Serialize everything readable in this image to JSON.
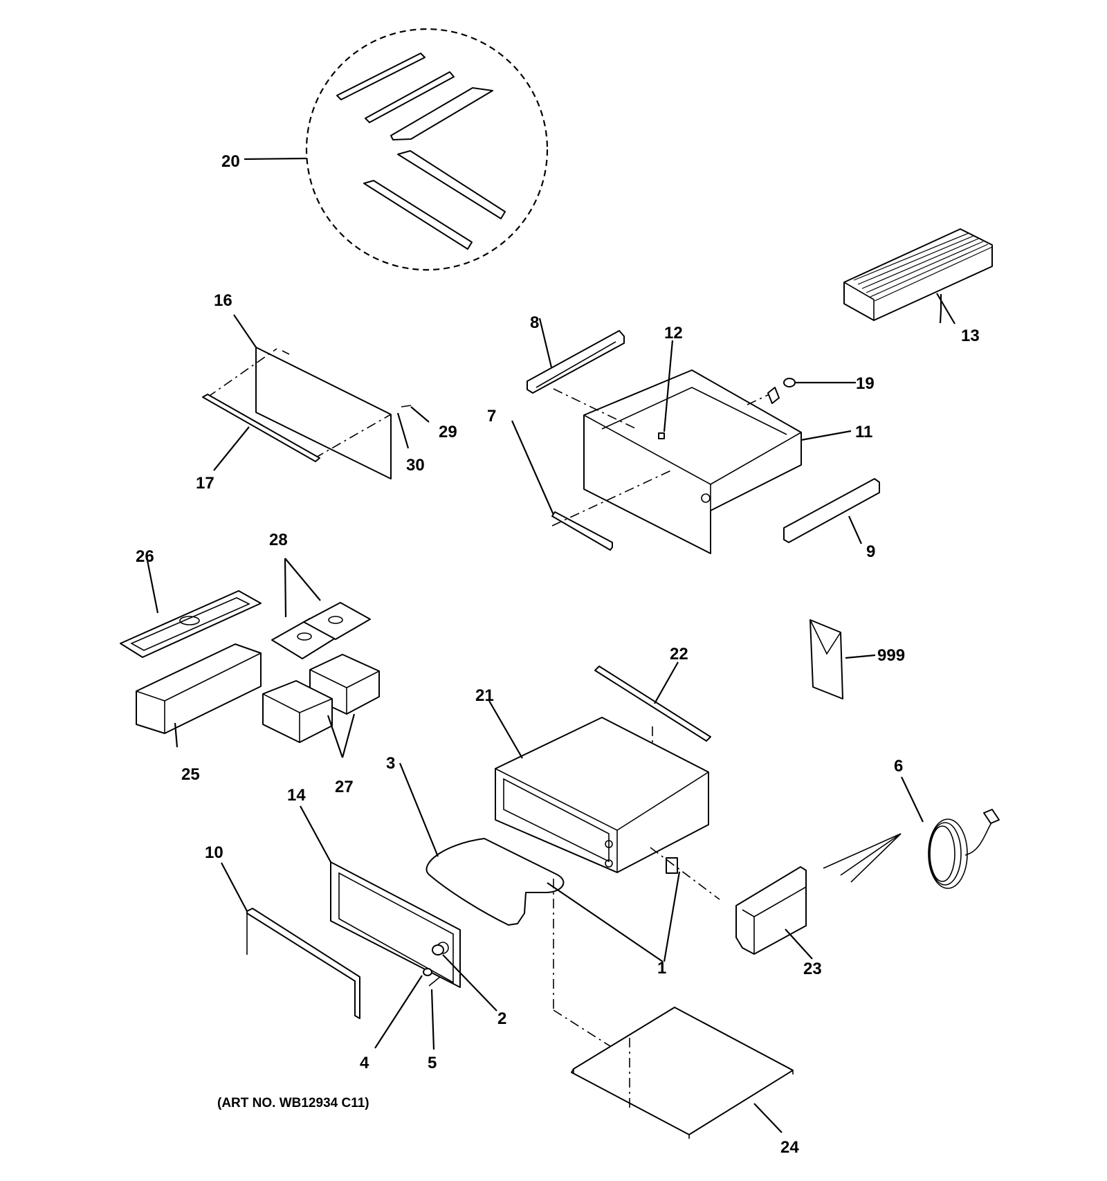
{
  "diagram": {
    "callouts": {
      "c20": "20",
      "c16": "16",
      "c17": "17",
      "c30": "30",
      "c29": "29",
      "c8": "8",
      "c12": "12",
      "c13": "13",
      "c19": "19",
      "c7": "7",
      "c11": "11",
      "c9": "9",
      "c26": "26",
      "c28": "28",
      "c25": "25",
      "c27": "27",
      "c999": "999",
      "c22": "22",
      "c21": "21",
      "c3": "3",
      "c14": "14",
      "c6": "6",
      "c10": "10",
      "c1": "1",
      "c23": "23",
      "c2": "2",
      "c4": "4",
      "c5": "5",
      "c24": "24"
    },
    "art_number": "(ART NO. WB12934 C11)"
  }
}
